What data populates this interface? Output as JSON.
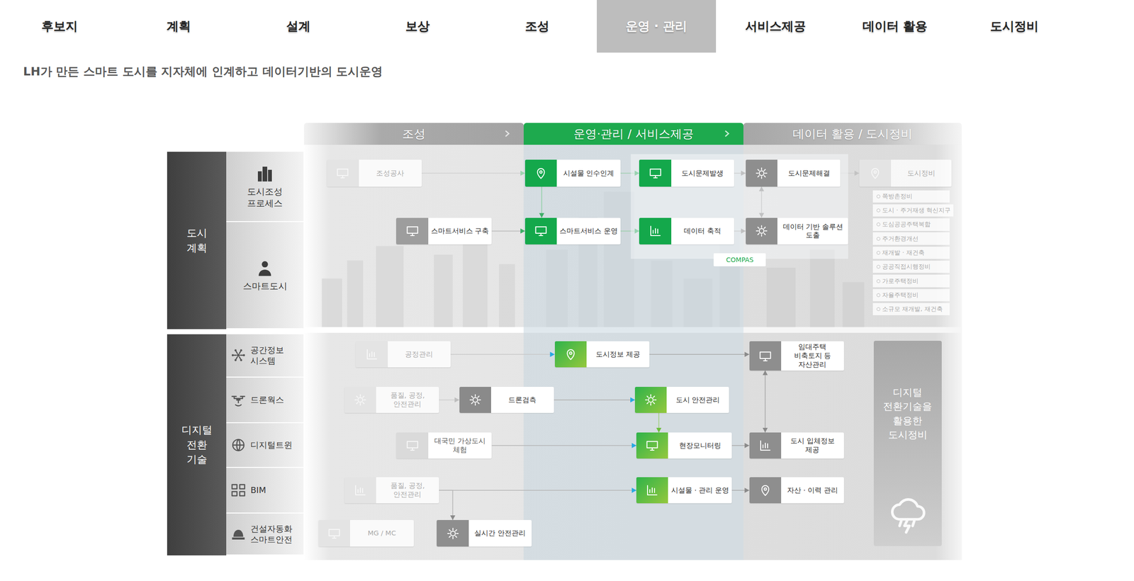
{
  "diagram": {
    "title": "LH가 만든 스마트 도시를 지자체에 인계하고 데이터기반의 도시운영",
    "nodes": [
      {
        "text": [
          "후보지"
        ]
      },
      {
        "text": [
          "계획"
        ]
      },
      {
        "text": [
          "설계"
        ]
      },
      {
        "text": [
          "보상"
        ]
      },
      {
        "text": [
          "조성"
        ]
      },
      {
        "text": [
          "운영 · 관리"
        ]
      },
      {
        "text": [
          "서비스제공"
        ]
      },
      {
        "text": [
          "데이터 활용"
        ]
      },
      {
        "text": [
          "도시정비"
        ]
      },
      {
        "text": [
          "조성"
        ]
      },
      {
        "text": [
          "운영·관리 / 서비스제공"
        ]
      },
      {
        "text": [
          "데이터 활용 / 도시정비"
        ]
      },
      {
        "text": [
          "도시 계획"
        ]
      },
      {
        "text": [
          "도시조성 프로세스"
        ]
      },
      {
        "text": [
          "스마트도시"
        ]
      },
      {
        "text": [
          "조성공사"
        ]
      },
      {
        "text": [
          "시설물 인수인계"
        ]
      },
      {
        "text": [
          "COMPAS"
        ]
      },
      {
        "text": [
          "도시문제발생"
        ],
        "in": 17
      },
      {
        "text": [
          "도시문제해결"
        ],
        "in": 17
      },
      {
        "text": [
          "도시정비"
        ]
      },
      {
        "text": [
          "스마트서비스 구축"
        ]
      },
      {
        "text": [
          "스마트서비스 운영"
        ]
      },
      {
        "text": [
          "데이터 축적"
        ],
        "in": 17
      },
      {
        "text": [
          "데이터 기반 솔루션 도출"
        ],
        "in": 17
      },
      {
        "text": [
          "쪽방촌정비"
        ]
      },
      {
        "text": [
          "도시 · 주거재생 혁신지구"
        ]
      },
      {
        "text": [
          "도심공공주택복합"
        ]
      },
      {
        "text": [
          "주거환경개선"
        ]
      },
      {
        "text": [
          "재개발 · 재건축"
        ]
      },
      {
        "text": [
          "공공직접시행정비"
        ]
      },
      {
        "text": [
          "가로주택정비"
        ]
      },
      {
        "text": [
          "자율주택정비"
        ]
      },
      {
        "text": [
          "소규모 재개발, 재건축"
        ]
      },
      {
        "text": [
          "디지털 전환 기술"
        ]
      },
      {
        "text": [
          "공간정보 시스템"
        ]
      },
      {
        "text": [
          "드론웍스"
        ]
      },
      {
        "text": [
          "디지털트윈"
        ]
      },
      {
        "text": [
          "BIM"
        ]
      },
      {
        "text": [
          "건설자동화 스마트안전"
        ]
      },
      {
        "text": [
          "공정관리"
        ]
      },
      {
        "text": [
          "도시정보 제공"
        ]
      },
      {
        "text": [
          "임대주택 비축토지 등 자산관리"
        ]
      },
      {
        "text": [
          "디지털 전환기술을 활용한 도시정비"
        ]
      },
      {
        "text": [
          "품질, 공정, 안전관리"
        ]
      },
      {
        "text": [
          "드론검측"
        ]
      },
      {
        "text": [
          "도시 안전관리"
        ]
      },
      {
        "text": [
          "대국민 가상도시 체험"
        ]
      },
      {
        "text": [
          "현장모니터링"
        ]
      },
      {
        "text": [
          "도시 입체정보 제공"
        ]
      },
      {
        "text": [
          "품질, 공정, 안전관리"
        ]
      },
      {
        "text": [
          "시설물 · 관리 운영"
        ]
      },
      {
        "text": [
          "자산 · 이력 관리"
        ]
      },
      {
        "text": [
          "MG / MC"
        ]
      },
      {
        "text": [
          "실시간 안전관리"
        ]
      }
    ],
    "edges": [
      {
        "from": 15,
        "to": 16,
        "arrow": "to"
      },
      {
        "from": 21,
        "to": 22,
        "arrow": "to"
      },
      {
        "from": 16,
        "to": 22,
        "arrow": "to"
      },
      {
        "from": 16,
        "to": 18,
        "arrow": "to"
      },
      {
        "from": 22,
        "to": 23,
        "arrow": "to"
      },
      {
        "from": 18,
        "to": 19,
        "arrow": "to"
      },
      {
        "from": 23,
        "to": 24,
        "arrow": "to"
      },
      {
        "from": 24,
        "to": 19,
        "arrow": "both"
      },
      {
        "from": 19,
        "to": 20,
        "arrow": "to"
      },
      {
        "from": 40,
        "to": 41,
        "arrow": "to"
      },
      {
        "from": 41,
        "to": 42,
        "arrow": "to"
      },
      {
        "from": 44,
        "to": 45,
        "arrow": "to"
      },
      {
        "from": 45,
        "to": 46,
        "arrow": "to"
      },
      {
        "from": 47,
        "to": 48,
        "arrow": "to"
      },
      {
        "from": 46,
        "to": 48,
        "arrow": "to"
      },
      {
        "from": 48,
        "to": 49,
        "arrow": "to"
      },
      {
        "from": 50,
        "to": 51,
        "arrow": "to"
      },
      {
        "from": 51,
        "to": 52,
        "arrow": "to"
      },
      {
        "from": 42,
        "to": 49,
        "arrow": "both"
      },
      {
        "from": 50,
        "to": 54,
        "arrow": "to"
      }
    ]
  }
}
